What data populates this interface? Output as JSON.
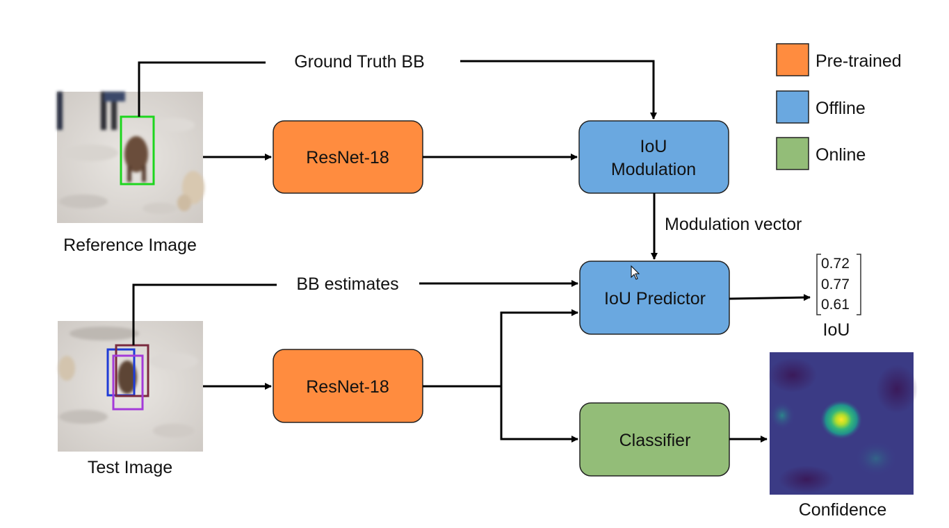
{
  "images": {
    "reference": {
      "caption": "Reference Image"
    },
    "test": {
      "caption": "Test Image"
    },
    "confidence": {
      "caption": "Confidence"
    }
  },
  "nodes": {
    "resnet_top": {
      "label": "ResNet-18",
      "category": "pretrained"
    },
    "resnet_bottom": {
      "label": "ResNet-18",
      "category": "pretrained"
    },
    "iou_modulation": {
      "label_line1": "IoU",
      "label_line2": "Modulation",
      "category": "offline"
    },
    "iou_predictor": {
      "label": "IoU Predictor",
      "category": "offline"
    },
    "classifier": {
      "label": "Classifier",
      "category": "online"
    }
  },
  "edges": {
    "ground_truth": "Ground Truth BB",
    "bb_estimates": "BB estimates",
    "modulation_vector": "Modulation vector"
  },
  "legend": [
    {
      "key": "pretrained",
      "label": "Pre-trained",
      "color": "#ff8c3f"
    },
    {
      "key": "offline",
      "label": "Offline",
      "color": "#6aa8e0"
    },
    {
      "key": "online",
      "label": "Online",
      "color": "#93bd78"
    }
  ],
  "iou_output": {
    "values": [
      {
        "value": "0.72",
        "color": "#1f3bd6"
      },
      {
        "value": "0.77",
        "color": "#7a2a3f"
      },
      {
        "value": "0.61",
        "color": "#a43bd9"
      }
    ],
    "caption": "IoU"
  },
  "colors": {
    "pretrained": "#ff8c3f",
    "offline": "#6aa8e0",
    "online": "#93bd78",
    "ground_truth_box": "#1ed61e",
    "arrow": "#000000"
  }
}
